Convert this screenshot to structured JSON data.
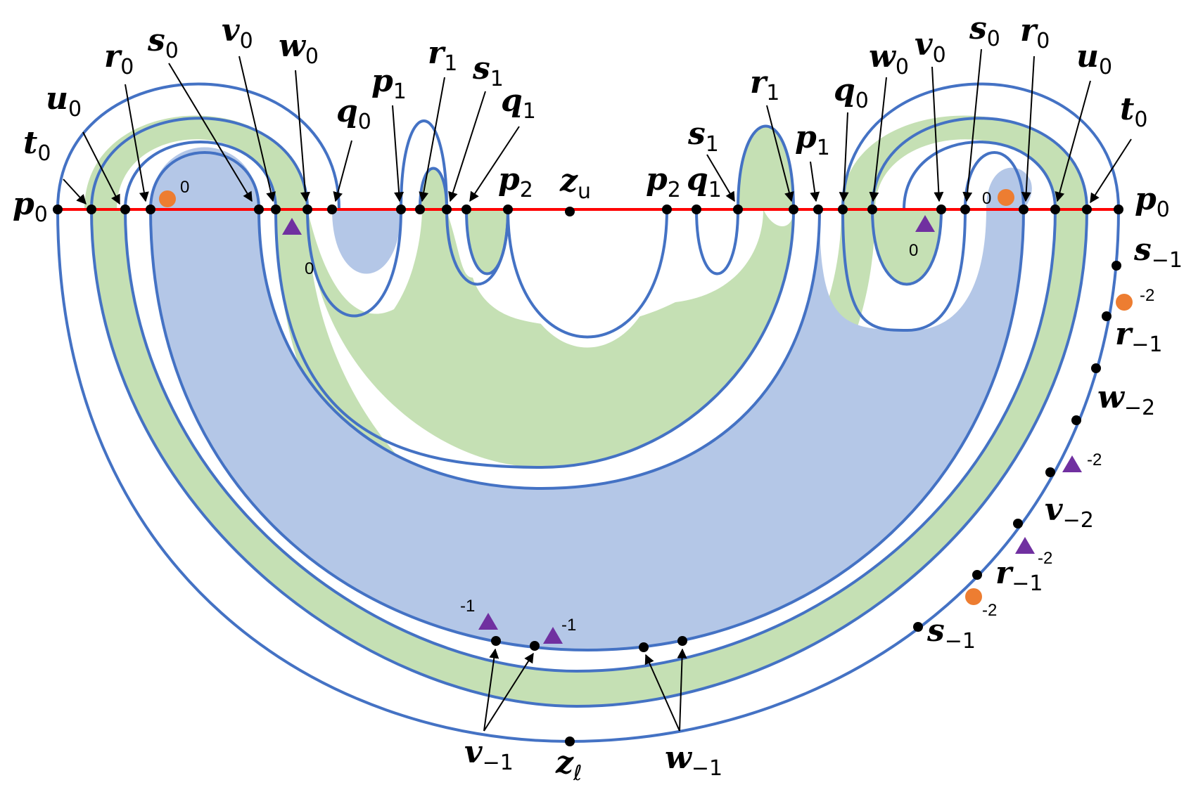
{
  "colors": {
    "curve": "#4472C4",
    "blue_fill": "#B4C7E7",
    "green_fill": "#C5E0B4",
    "axis": "#FF0000",
    "point": "#000000",
    "orange_marker": "#ED7D31",
    "purple_marker": "#7030A0"
  },
  "labels": {
    "p0_left": {
      "base": "p",
      "sub": "0"
    },
    "t0_left": {
      "base": "t",
      "sub": "0"
    },
    "u0_left": {
      "base": "u",
      "sub": "0"
    },
    "r0_left": {
      "base": "r",
      "sub": "0"
    },
    "s0_left": {
      "base": "s",
      "sub": "0"
    },
    "v0_left": {
      "base": "v",
      "sub": "0"
    },
    "w0_left": {
      "base": "w",
      "sub": "0"
    },
    "q0_left": {
      "base": "q",
      "sub": "0"
    },
    "p1_left": {
      "base": "p",
      "sub": "1"
    },
    "r1_left": {
      "base": "r",
      "sub": "1"
    },
    "s1_left": {
      "base": "s",
      "sub": "1"
    },
    "q1_left": {
      "base": "q",
      "sub": "1"
    },
    "p2_left": {
      "base": "p",
      "sub": "2"
    },
    "zu": {
      "base": "z",
      "sub": "u"
    },
    "p2_right": {
      "base": "p",
      "sub": "2"
    },
    "q1_right": {
      "base": "q",
      "sub": "1"
    },
    "s1_right": {
      "base": "s",
      "sub": "1"
    },
    "r1_right": {
      "base": "r",
      "sub": "1"
    },
    "p1_right": {
      "base": "p",
      "sub": "1"
    },
    "q0_right": {
      "base": "q",
      "sub": "0"
    },
    "w0_right": {
      "base": "w",
      "sub": "0"
    },
    "v0_right": {
      "base": "v",
      "sub": "0"
    },
    "s0_right": {
      "base": "s",
      "sub": "0"
    },
    "r0_right": {
      "base": "r",
      "sub": "0"
    },
    "u0_right": {
      "base": "u",
      "sub": "0"
    },
    "t0_right": {
      "base": "t",
      "sub": "0"
    },
    "p0_right": {
      "base": "p",
      "sub": "0"
    },
    "s_m1_top": {
      "base": "s",
      "sub": "−1"
    },
    "r_m1_top": {
      "base": "r",
      "sub": "−1"
    },
    "w_m2": {
      "base": "w",
      "sub": "−2"
    },
    "v_m2": {
      "base": "v",
      "sub": "−2"
    },
    "r_m1_bottom": {
      "base": "r",
      "sub": "−1"
    },
    "s_m1_bottom": {
      "base": "s",
      "sub": "−1"
    },
    "v_m1": {
      "base": "v",
      "sub": "−1"
    },
    "zl": {
      "base": "z",
      "sub": "ℓ"
    },
    "w_m1": {
      "base": "w",
      "sub": "−1"
    }
  },
  "marker_labels": {
    "orange_left": "0",
    "purple_left_below": "0",
    "purple_right_below": "0",
    "orange_right": "0",
    "orange_side_top": "-2",
    "purple_side_1": "-2",
    "purple_side_2": "-2",
    "orange_side_bottom": "-2",
    "purple_bottom_1": "-1",
    "purple_bottom_2": "-1"
  }
}
